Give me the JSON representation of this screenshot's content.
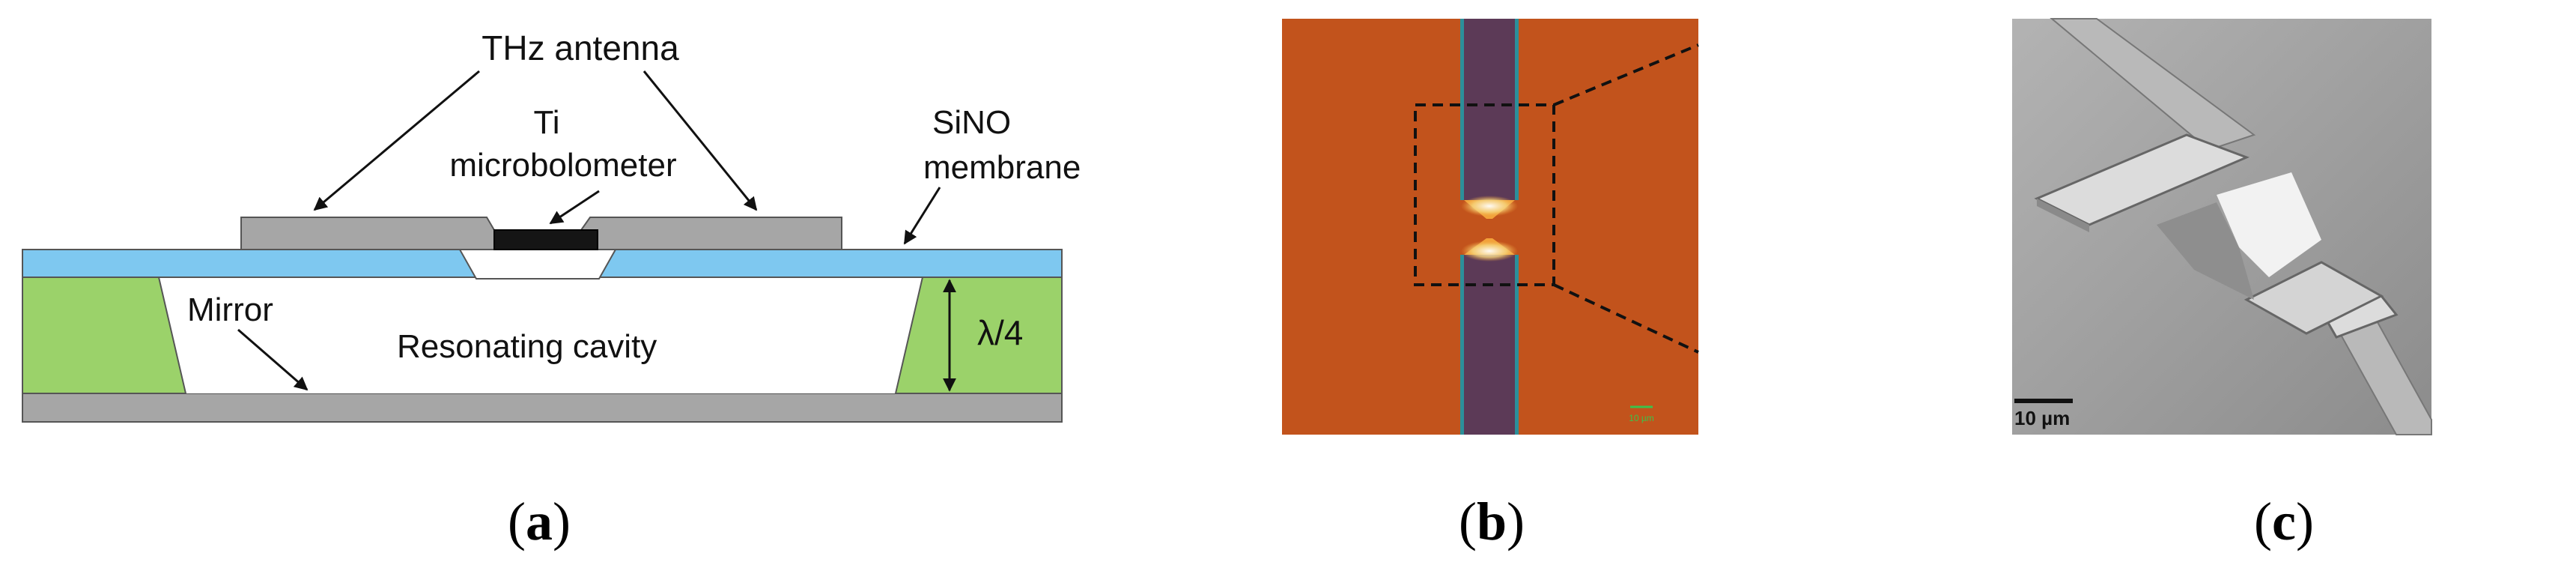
{
  "panel_a": {
    "labels": {
      "thz_antenna": "THz antenna",
      "ti": "Ti",
      "microbolometer": "microbolometer",
      "sino": "SiNO",
      "membrane": "membrane",
      "mirror": "Mirror",
      "cavity": "Resonating cavity",
      "lambda": "λ/4"
    },
    "caption": {
      "open": "(",
      "letter": "a",
      "close": ")"
    },
    "colors": {
      "membrane": "#7ec8f0",
      "support": "#9bd26a",
      "metal": "#a6a6a6",
      "bolometer": "#151515",
      "outline": "#555555"
    }
  },
  "panel_b": {
    "caption": {
      "open": "(",
      "letter": "b",
      "close": ")"
    },
    "scale_text": "10 µm",
    "colors": {
      "background": "#c2531c",
      "strip": "#5c3a57",
      "tips": "#f2a23a"
    }
  },
  "panel_c": {
    "caption": {
      "open": "(",
      "letter": "c",
      "close": ")"
    },
    "scale_text": "10 µm",
    "colors": {
      "background": "#a8a8a8",
      "bright": "#eeeeee",
      "dark": "#7a7a7a"
    }
  }
}
